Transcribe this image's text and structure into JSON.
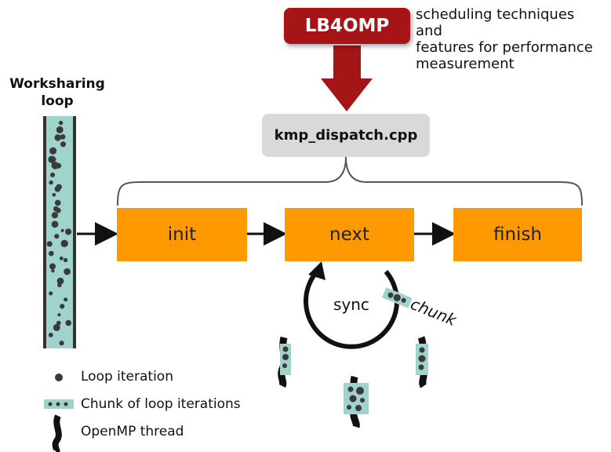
{
  "header": {
    "lb4omp_label": "LB4OMP",
    "lb4omp_note": "scheduling techniques\nand\nfeatures for performance\nmeasurement"
  },
  "dispatch": {
    "label": "kmp_dispatch.cpp"
  },
  "worksharing": {
    "label_line1": "Worksharing",
    "label_line2": "loop"
  },
  "stages": [
    {
      "label": "init"
    },
    {
      "label": "next"
    },
    {
      "label": "finish"
    }
  ],
  "cycle": {
    "sync_label": "sync",
    "chunk_label": "chunk"
  },
  "legend": {
    "items": [
      {
        "label": "Loop iteration"
      },
      {
        "label": "Chunk of loop iterations"
      },
      {
        "label": "OpenMP thread"
      }
    ]
  },
  "colors": {
    "lb4omp": "#a51417",
    "stage": "#ff9900",
    "chunk": "#9fd3cc",
    "dispatch": "#d9d9d9",
    "dot": "#3a3a3a"
  }
}
